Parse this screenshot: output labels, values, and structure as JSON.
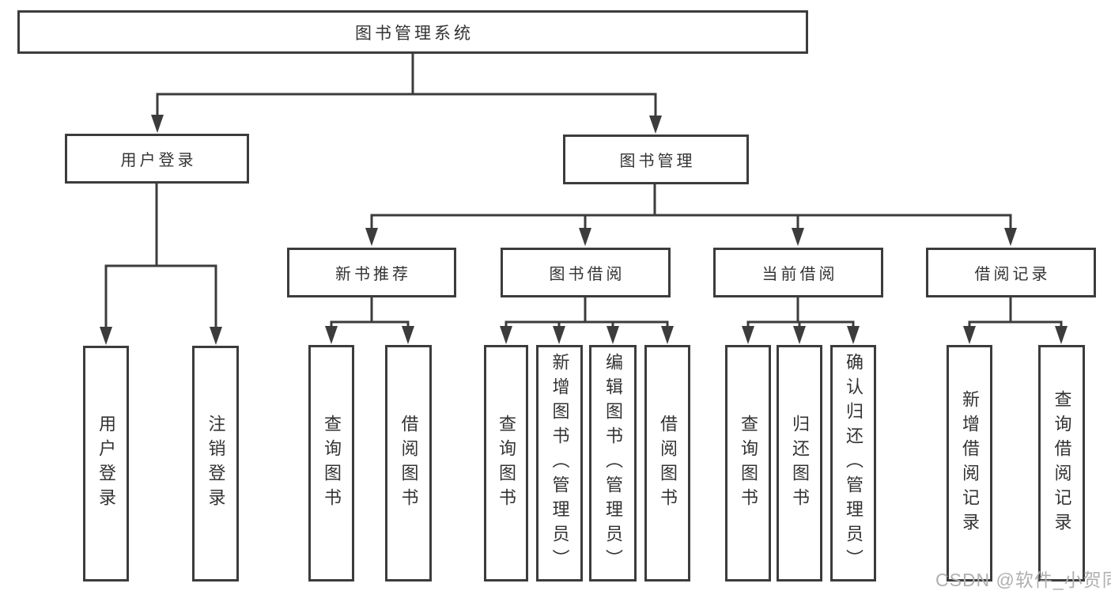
{
  "diagram": {
    "type": "tree",
    "tree": {
      "root": {
        "label": "图书管理系统",
        "children": [
          {
            "label": "用户登录",
            "children": [
              {
                "label": "用户登录"
              },
              {
                "label": "注销登录"
              }
            ]
          },
          {
            "label": "图书管理",
            "children": [
              {
                "label": "新书推荐",
                "children": [
                  {
                    "label": "查询图书"
                  },
                  {
                    "label": "借阅图书"
                  }
                ]
              },
              {
                "label": "图书借阅",
                "children": [
                  {
                    "label": "查询图书"
                  },
                  {
                    "label": "新增图书（管理员）"
                  },
                  {
                    "label": "编辑图书（管理员）"
                  },
                  {
                    "label": "借阅图书"
                  }
                ]
              },
              {
                "label": "当前借阅",
                "children": [
                  {
                    "label": "查询图书"
                  },
                  {
                    "label": "归还图书"
                  },
                  {
                    "label": "确认归还（管理员）"
                  }
                ]
              },
              {
                "label": "借阅记录",
                "children": [
                  {
                    "label": "新增借阅记录"
                  },
                  {
                    "label": "查询借阅记录"
                  }
                ]
              }
            ]
          }
        ]
      }
    },
    "colors": {
      "line": "#3c3c3c",
      "text": "#333333",
      "watermark": "#b0b0b0",
      "background": "#ffffff"
    }
  },
  "watermark": {
    "text": "CSDN @软件_小贺同学"
  }
}
